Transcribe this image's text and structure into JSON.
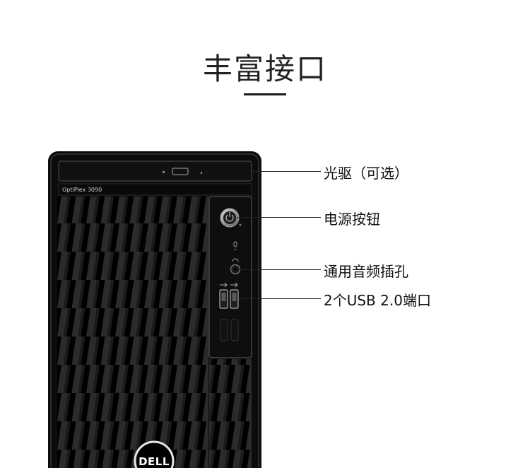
{
  "page": {
    "title": "丰富接口",
    "colors": {
      "background": "#ffffff",
      "text": "#111111",
      "chassis": "#0c0c0c"
    }
  },
  "product": {
    "model": "OptiPlex 3090",
    "brand_logo": "DELL",
    "icons": [
      "power-button-icon",
      "activity-led-icon",
      "headset-icon",
      "usb-icon"
    ]
  },
  "callouts": [
    {
      "id": "optical-drive",
      "label": "光驱（可选）"
    },
    {
      "id": "power-button",
      "label": "电源按钮"
    },
    {
      "id": "audio-jack",
      "label": "通用音频插孔"
    },
    {
      "id": "usb-ports",
      "label": "2个USB 2.0端口"
    }
  ]
}
